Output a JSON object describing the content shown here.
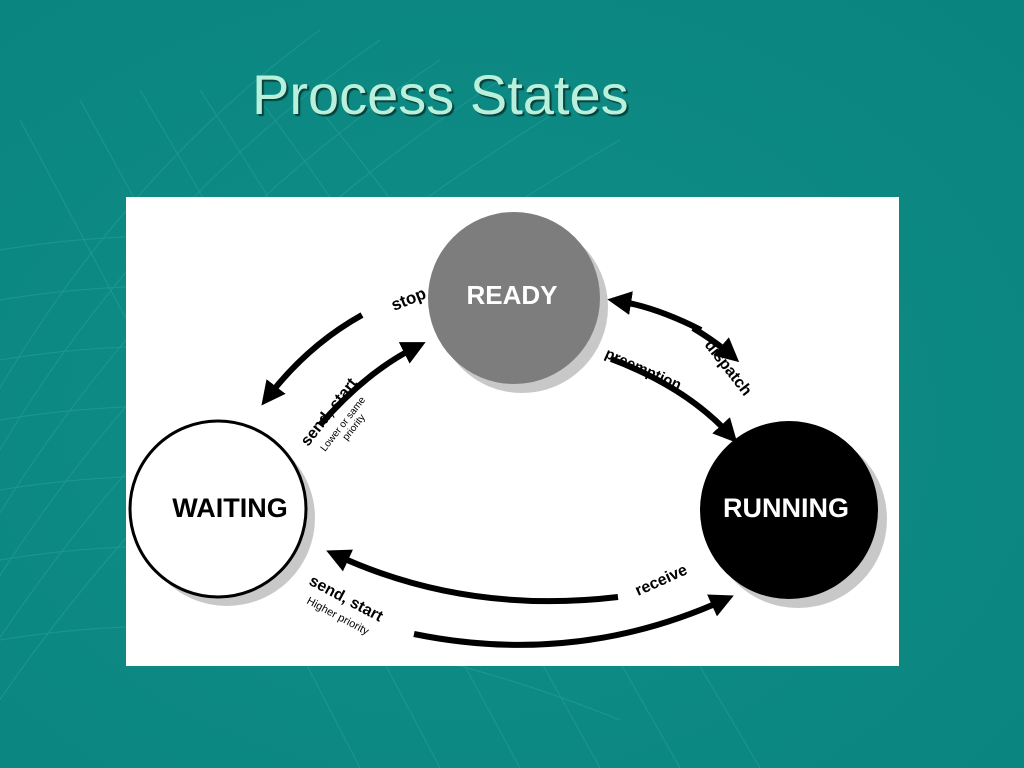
{
  "slide": {
    "title": "Process States",
    "colors": {
      "background": "#0e8d86",
      "title": "#b8f0dc",
      "title_shadow": "#08403c"
    }
  },
  "diagram": {
    "states": {
      "ready": "READY",
      "running": "RUNNING",
      "waiting": "WAITING"
    },
    "state_colors": {
      "ready": "#7d7d7d",
      "running": "#000000",
      "waiting": "#ffffff"
    },
    "transitions": {
      "stop": "stop",
      "send_start_top": "send, start",
      "send_start_top_note_1": "Lower or same",
      "send_start_top_note_2": "priority",
      "preemption": "preemption",
      "dispatch": "dispatch",
      "receive": "receive",
      "send_start_bottom": "send, start",
      "send_start_bottom_note": "Higher priority"
    }
  }
}
